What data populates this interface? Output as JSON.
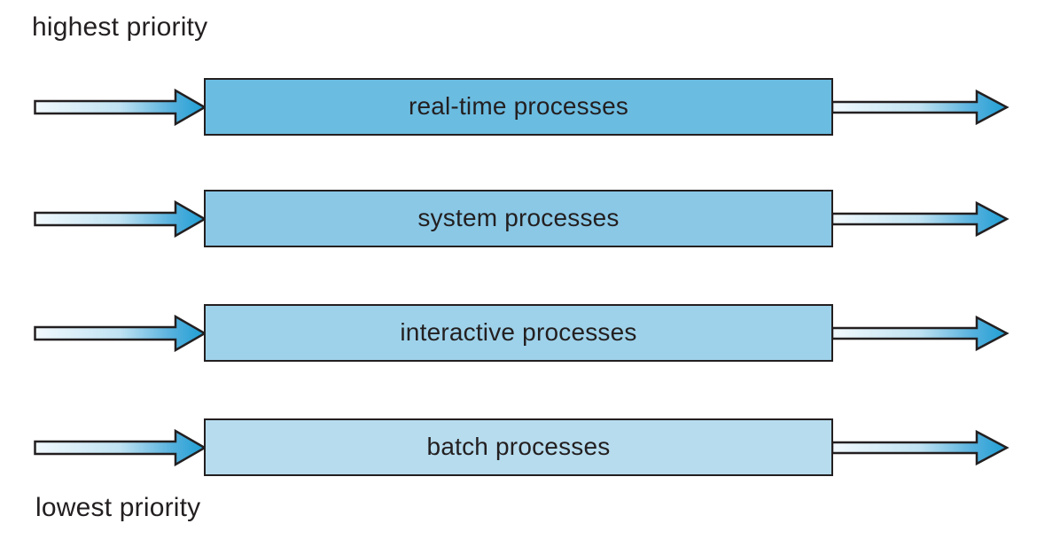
{
  "title_top": "highest priority",
  "title_bottom": "lowest priority",
  "queues": [
    {
      "label": "real-time processes",
      "color": "#6bbce1"
    },
    {
      "label": "system processes",
      "color": "#8ac8e6"
    },
    {
      "label": "interactive processes",
      "color": "#9ed2ea"
    },
    {
      "label": "batch processes",
      "color": "#b6dcee"
    }
  ],
  "colors": {
    "outline": "#231f20",
    "text": "#231f20",
    "arrow_stop_light": "#f2f9fd",
    "arrow_stop_mid": "#bfe2f2",
    "arrow_stop_deep": "#54b0dd",
    "arrow_stop_head": "#1f9fd4",
    "background": "#ffffff"
  },
  "icons": {
    "incoming_arrow": "right-arrow",
    "outgoing_arrow": "right-arrow"
  }
}
